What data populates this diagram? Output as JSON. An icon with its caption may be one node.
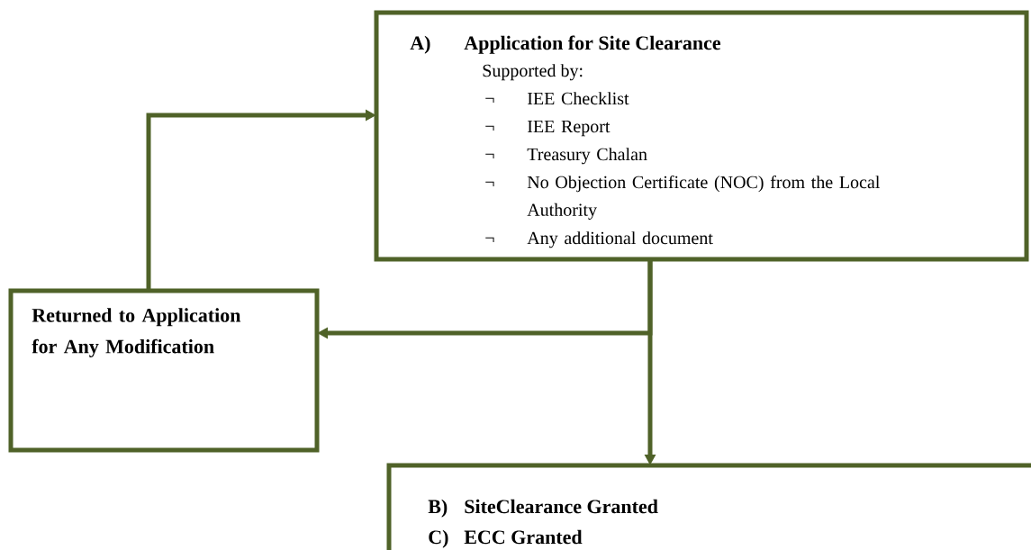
{
  "diagram": {
    "nodes": [
      {
        "text": [
          "A)",
          "Application for Site Clearance",
          "Supported by:",
          "¬",
          "IEE Checklist",
          "¬",
          "IEE Report",
          "¬",
          "Treasury Chalan",
          "¬",
          "No Objection Certificate (NOC) from the Local Authority",
          "¬",
          "Any additional document"
        ]
      },
      {
        "text": [
          "Returned to Application for Any Modification"
        ]
      },
      {
        "text": [
          "B)",
          "SiteClearance Granted",
          "C)",
          "ECC Granted"
        ]
      }
    ],
    "edges": [
      {
        "from": 0,
        "to": 1,
        "arrow": "to"
      },
      {
        "from": 0,
        "to": 2,
        "arrow": "to"
      },
      {
        "from": 1,
        "to": 0,
        "arrow": "to"
      }
    ]
  }
}
